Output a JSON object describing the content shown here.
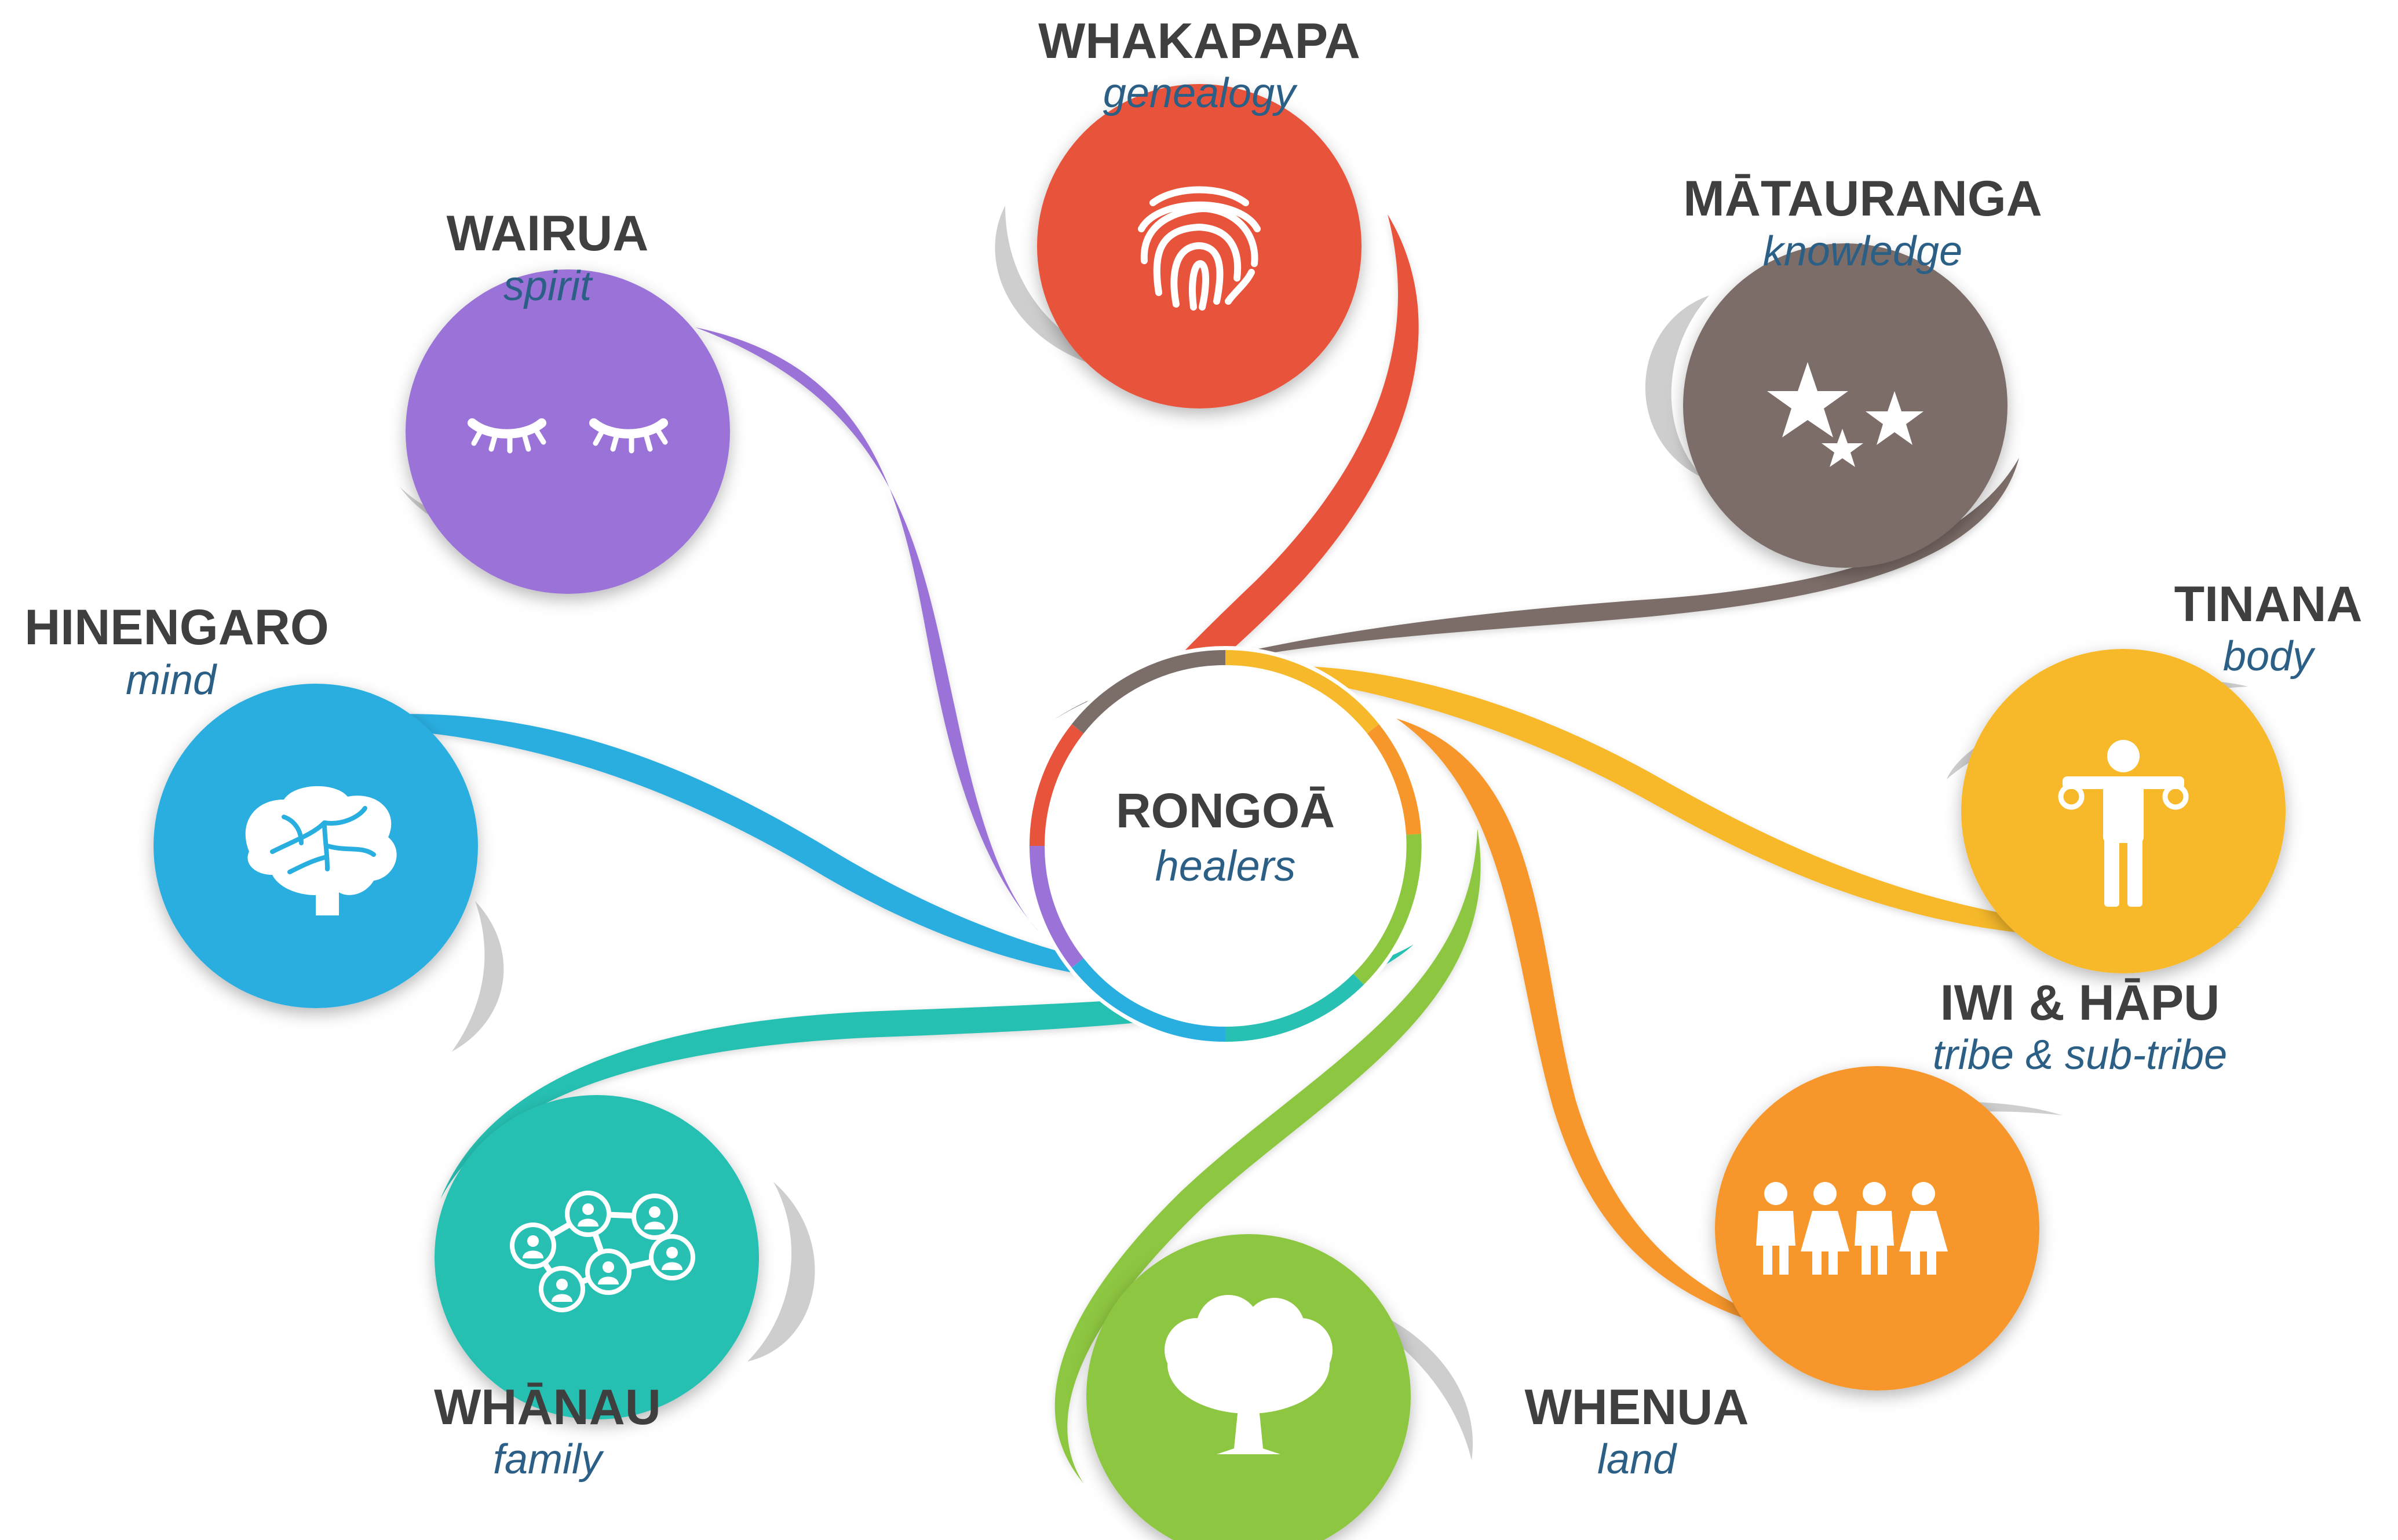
{
  "center": {
    "title": "RONGOĀ",
    "subtitle": "healers"
  },
  "colors": {
    "whakapapa": "#e8533b",
    "matauranga": "#7b6d68",
    "tinana": "#f7b92c",
    "iwi": "#f7962a",
    "whenua": "#8dc63f",
    "whanau": "#28c0b2",
    "hinengaro": "#29aee0",
    "wairua": "#9b73d8"
  },
  "nodes": [
    {
      "key": "whakapapa",
      "title": "WHAKAPAPA",
      "subtitle": "genealogy",
      "icon": "fingerprint-icon"
    },
    {
      "key": "matauranga",
      "title": "MĀTAURANGA",
      "subtitle": "knowledge",
      "icon": "stars-icon"
    },
    {
      "key": "tinana",
      "title": "TINANA",
      "subtitle": "body",
      "icon": "person-exercise-icon"
    },
    {
      "key": "iwi",
      "title": "IWI & HĀPU",
      "subtitle": "tribe & sub-tribe",
      "icon": "group-people-icon"
    },
    {
      "key": "whenua",
      "title": "WHENUA",
      "subtitle": "land",
      "icon": "tree-icon"
    },
    {
      "key": "whanau",
      "title": "WHĀNAU",
      "subtitle": "family",
      "icon": "network-people-icon"
    },
    {
      "key": "hinengaro",
      "title": "HINENGARO",
      "subtitle": "mind",
      "icon": "brain-icon"
    },
    {
      "key": "wairua",
      "title": "WAIRUA",
      "subtitle": "spirit",
      "icon": "closed-eyes-icon"
    }
  ]
}
